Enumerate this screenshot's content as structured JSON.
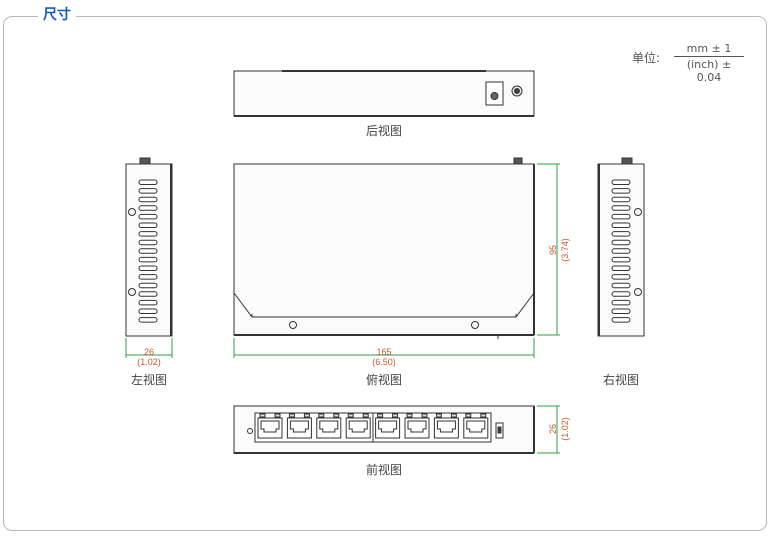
{
  "section_title": "尺寸",
  "unit": {
    "label": "单位:",
    "numerator": "mm ± 1",
    "denominator": "(inch) ± 0.04"
  },
  "views": {
    "rear": "后视图",
    "left": "左视图",
    "top": "俯视图",
    "right": "右视图",
    "front": "前视图"
  },
  "dimensions": {
    "width_mm": "165",
    "width_in": "(6.50)",
    "depth_mm": "95",
    "depth_in": "(3.74)",
    "height_mm": "26",
    "height_in": "(1.02)",
    "front_height_mm": "26",
    "front_height_in": "(1.02)"
  },
  "colors": {
    "title": "#1a56b8",
    "dimension": "#c8582a",
    "dimension_line": "#2f9e45",
    "outline": "#333333"
  },
  "ports": {
    "count": 8
  }
}
